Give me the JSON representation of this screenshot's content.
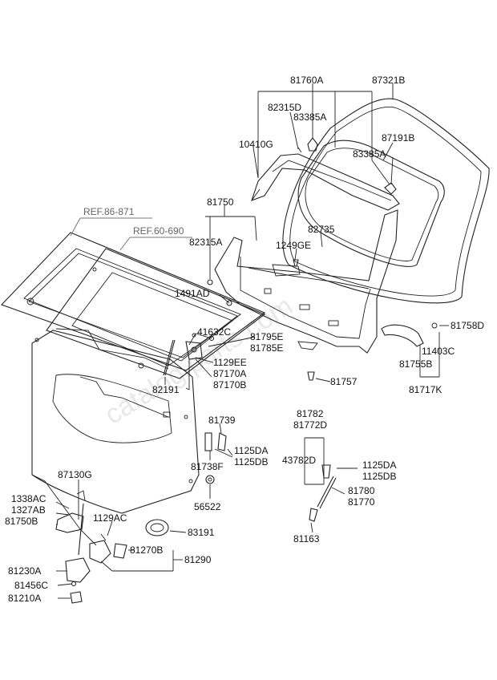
{
  "watermark": "catalog.parts.com",
  "references": [
    {
      "id": "ref1",
      "text": "REF.86-871"
    },
    {
      "id": "ref2",
      "text": "REF.60-690"
    }
  ],
  "labels": [
    {
      "id": "l81760A",
      "text": "81760A"
    },
    {
      "id": "l87321B",
      "text": "87321B"
    },
    {
      "id": "l82315D",
      "text": "82315D"
    },
    {
      "id": "l83385A1",
      "text": "83385A"
    },
    {
      "id": "l87191B",
      "text": "87191B"
    },
    {
      "id": "l10410G",
      "text": "10410G"
    },
    {
      "id": "l83385A2",
      "text": "83385A"
    },
    {
      "id": "l81750",
      "text": "81750"
    },
    {
      "id": "l82735",
      "text": "82735"
    },
    {
      "id": "l82315A",
      "text": "82315A"
    },
    {
      "id": "l1249GE",
      "text": "1249GE"
    },
    {
      "id": "l1491AD",
      "text": "1491AD"
    },
    {
      "id": "l41632C",
      "text": "41632C"
    },
    {
      "id": "l81795E",
      "text": "81795E"
    },
    {
      "id": "l81785E",
      "text": "81785E"
    },
    {
      "id": "l81758D",
      "text": "81758D"
    },
    {
      "id": "l11403C",
      "text": "11403C"
    },
    {
      "id": "l1129EE",
      "text": "1129EE"
    },
    {
      "id": "l87170A",
      "text": "87170A"
    },
    {
      "id": "l87170B",
      "text": "87170B"
    },
    {
      "id": "l81755B",
      "text": "81755B"
    },
    {
      "id": "l82191",
      "text": "82191"
    },
    {
      "id": "l81757",
      "text": "81757"
    },
    {
      "id": "l81717K",
      "text": "81717K"
    },
    {
      "id": "l81782",
      "text": "81782"
    },
    {
      "id": "l81772D",
      "text": "81772D"
    },
    {
      "id": "l81739",
      "text": "81739"
    },
    {
      "id": "l1125DA1",
      "text": "1125DA"
    },
    {
      "id": "l1125DB1",
      "text": "1125DB"
    },
    {
      "id": "l81738F",
      "text": "81738F"
    },
    {
      "id": "l43782D",
      "text": "43782D"
    },
    {
      "id": "l1125DA2",
      "text": "1125DA"
    },
    {
      "id": "l1125DB2",
      "text": "1125DB"
    },
    {
      "id": "l87130G",
      "text": "87130G"
    },
    {
      "id": "l56522",
      "text": "56522"
    },
    {
      "id": "l81780",
      "text": "81780"
    },
    {
      "id": "l81770",
      "text": "81770"
    },
    {
      "id": "l1338AC",
      "text": "1338AC"
    },
    {
      "id": "l1327AB",
      "text": "1327AB"
    },
    {
      "id": "l81750B",
      "text": "81750B"
    },
    {
      "id": "l1129AC",
      "text": "1129AC"
    },
    {
      "id": "l83191",
      "text": "83191"
    },
    {
      "id": "l81163",
      "text": "81163"
    },
    {
      "id": "l81270B",
      "text": "81270B"
    },
    {
      "id": "l81290",
      "text": "81290"
    },
    {
      "id": "l81230A",
      "text": "81230A"
    },
    {
      "id": "l81456C",
      "text": "81456C"
    },
    {
      "id": "l81210A",
      "text": "81210A"
    }
  ]
}
